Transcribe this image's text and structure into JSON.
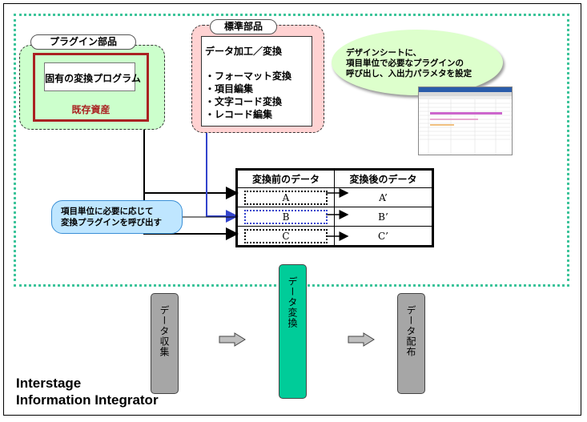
{
  "diagram": {
    "plugin_group": {
      "title": "プラグイン部品",
      "program": "固有の変換プログラム",
      "asset": "既存資産"
    },
    "standard_group": {
      "title": "標準部品",
      "heading": "データ加工／変換",
      "items": [
        "・フォーマット変換",
        "・項目編集",
        "・文字コード変換",
        "・レコード編集"
      ]
    },
    "design_sheet_note": [
      "デザインシートに、",
      "項目単位で必要なプラグインの",
      "呼び出し、入出力パラメタを設定"
    ],
    "callout": [
      "項目単位に必要に応じて",
      "変換プラグインを呼び出す"
    ],
    "table": {
      "headers": [
        "変換前のデータ",
        "変換後のデータ"
      ],
      "rows": [
        {
          "before": "A",
          "after": "A’"
        },
        {
          "before": "B",
          "after": "B’"
        },
        {
          "before": "C",
          "after": "C’"
        }
      ]
    },
    "stages": [
      "データ収集",
      "データ変換",
      "データ配布"
    ],
    "product_name": [
      "Interstage",
      "Information Integrator"
    ]
  },
  "colors": {
    "plugin_bg": "#ccffcc",
    "standard_bg": "#ffd2d2",
    "asset_border": "#aa2222",
    "dotted_border": "#3cc49a",
    "convert_stage": "#00cc99",
    "side_stage": "#a6a6a6",
    "callout_bg": "#bfe6ff"
  }
}
